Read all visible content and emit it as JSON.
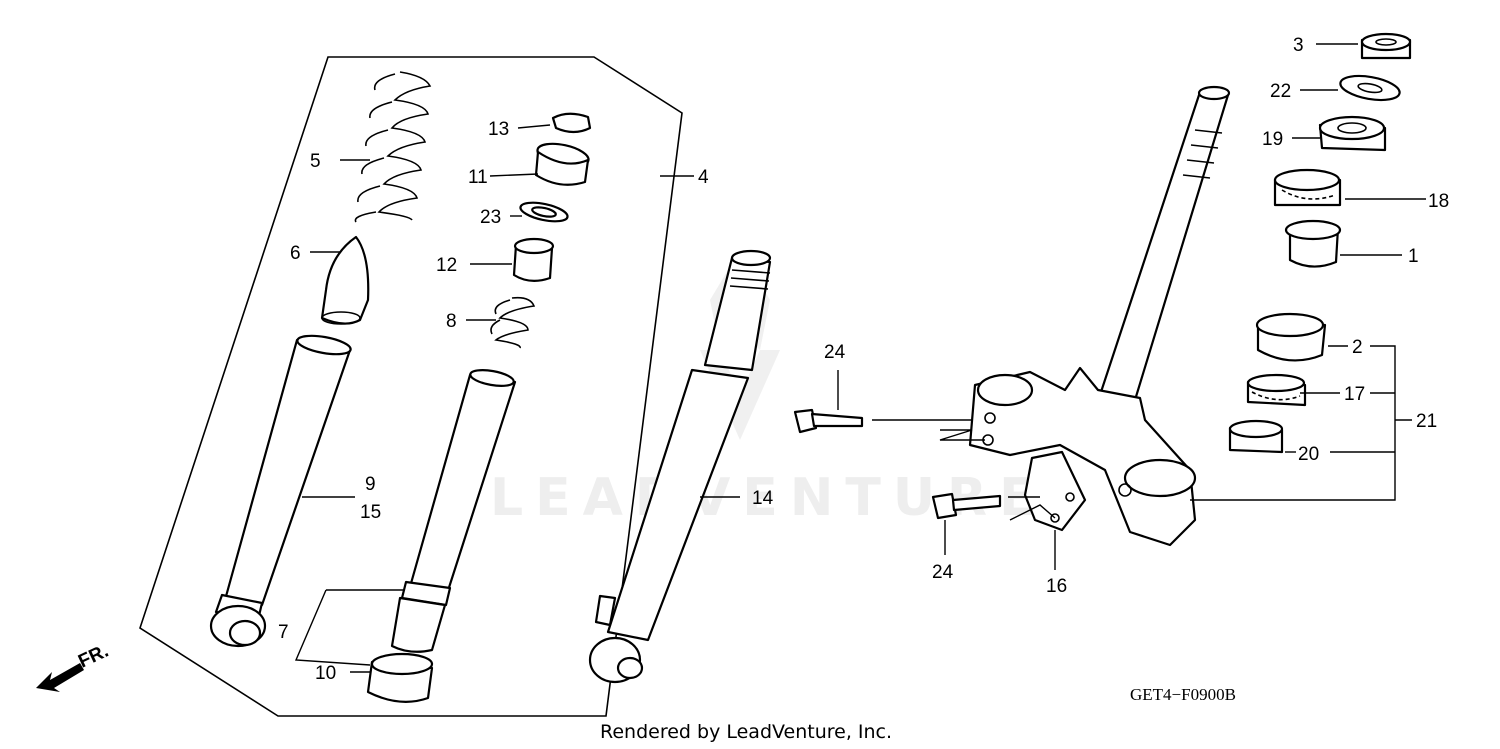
{
  "diagram": {
    "watermark": "LEADVENTURE",
    "credit": "Rendered by LeadVenture, Inc.",
    "diagram_code": "GET4−F0900B",
    "direction_label": "FR.",
    "callouts": {
      "c1": "1",
      "c2": "2",
      "c3": "3",
      "c4": "4",
      "c5": "5",
      "c6": "6",
      "c7": "7",
      "c8": "8",
      "c9": "9",
      "c10": "10",
      "c11": "11",
      "c12": "12",
      "c13": "13",
      "c14": "14",
      "c15": "15",
      "c16": "16",
      "c17": "17",
      "c18": "18",
      "c19": "19",
      "c20": "20",
      "c21": "21",
      "c22": "22",
      "c23": "23",
      "c24a": "24",
      "c24b": "24"
    }
  }
}
